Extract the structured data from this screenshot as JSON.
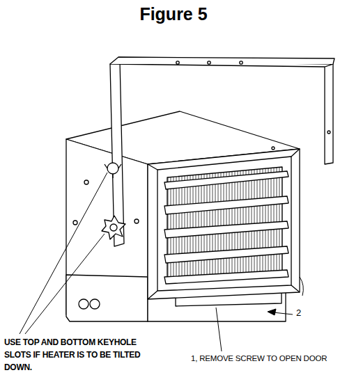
{
  "diagram": {
    "title": "Figure 5",
    "labels": [
      "USE TOP AND BOTTOM KEYHOLE SLOTS IF HEATER IS TO BE TILTED DOWN.",
      "1, REMOVE SCREW TO OPEN DOOR",
      "2"
    ]
  }
}
